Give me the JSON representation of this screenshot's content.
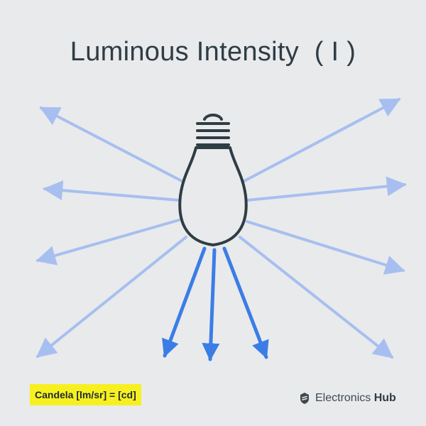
{
  "title": "Luminous Intensity  ( I )",
  "unit_label": "Candela [lm/sr] = [cd]",
  "brand": {
    "name_regular": "Electronics ",
    "name_bold": "Hub",
    "icon": "electronics-hub-logo-icon"
  },
  "colors": {
    "background": "#e9eaec",
    "title": "#2f3d45",
    "bulb_outline": "#2f3d45",
    "light_ray": "#a7bff0",
    "focused_ray": "#3b7de6",
    "unit_highlight": "#f7f020"
  }
}
